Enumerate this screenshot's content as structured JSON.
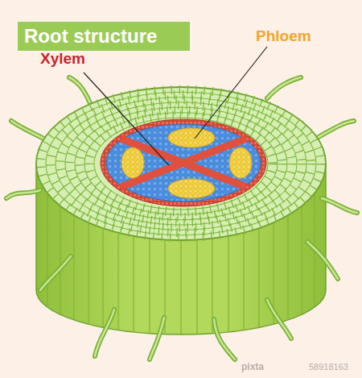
{
  "diagram": {
    "title": "Root structure",
    "labels": [
      "Xylem",
      "Phloem",
      "pixta",
      "58918163"
    ]
  }
}
